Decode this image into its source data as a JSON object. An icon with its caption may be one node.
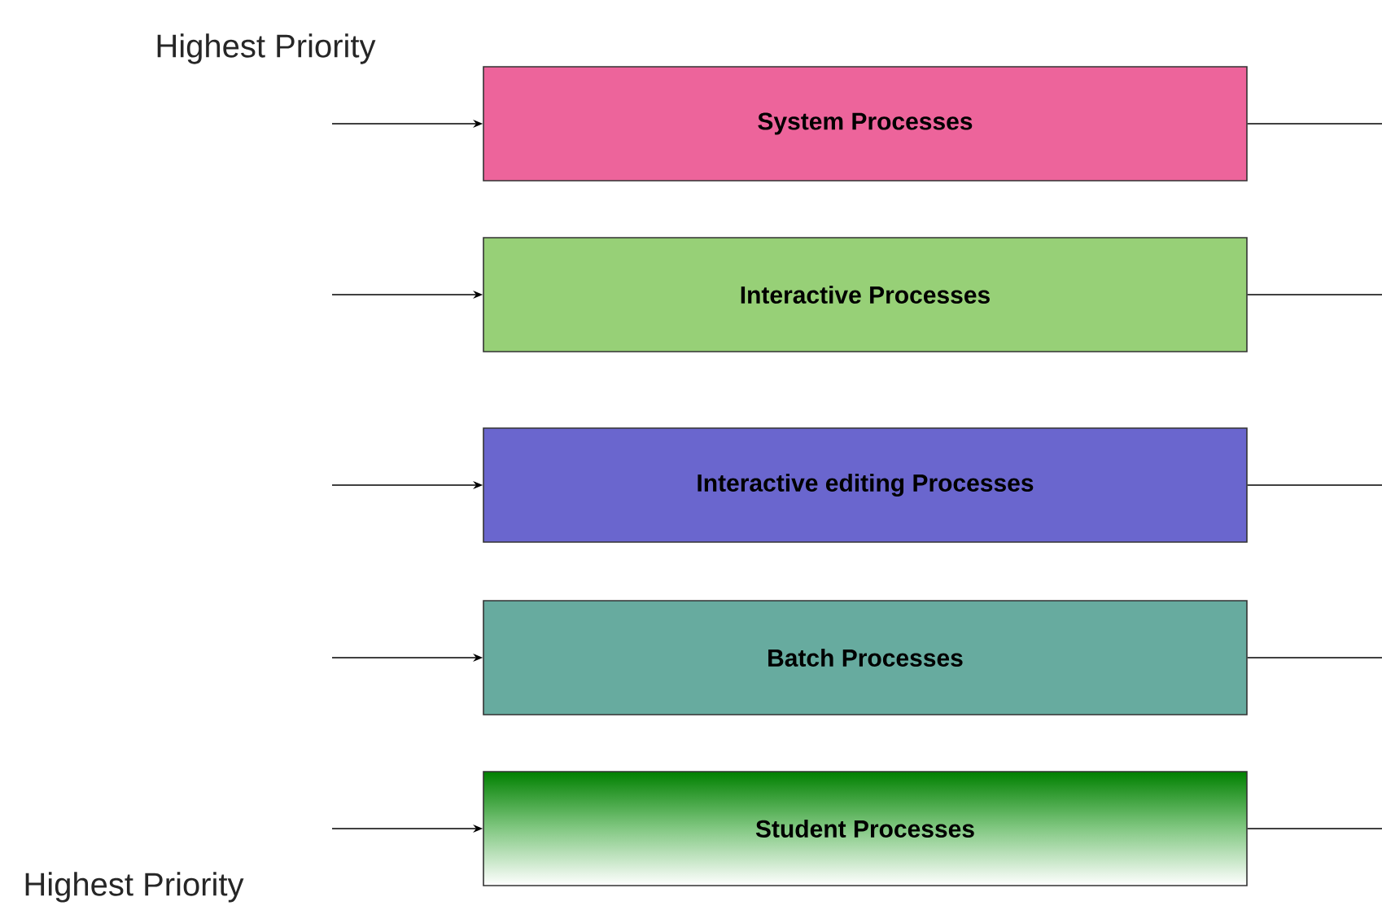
{
  "diagram": {
    "nodes": [
      {
        "text": [
          "System Processes"
        ]
      },
      {
        "text": [
          "Interactive Processes"
        ]
      },
      {
        "text": [
          "Interactive editing Processes"
        ]
      },
      {
        "text": [
          "Batch Processes"
        ]
      },
      {
        "text": [
          "Student Processes"
        ]
      }
    ],
    "edges": [
      {
        "from": null,
        "to": 0,
        "arrow": "to"
      },
      {
        "from": 0,
        "to": null,
        "arrow": "none"
      },
      {
        "from": null,
        "to": 1,
        "arrow": "to"
      },
      {
        "from": 1,
        "to": null,
        "arrow": "none"
      },
      {
        "from": null,
        "to": 2,
        "arrow": "to"
      },
      {
        "from": 2,
        "to": null,
        "arrow": "none"
      },
      {
        "from": null,
        "to": 3,
        "arrow": "to"
      },
      {
        "from": 3,
        "to": null,
        "arrow": "none"
      },
      {
        "from": null,
        "to": 4,
        "arrow": "to"
      },
      {
        "from": 4,
        "to": null,
        "arrow": "none"
      }
    ],
    "labels": [
      "Highest Priority",
      "Highest Priority"
    ]
  }
}
